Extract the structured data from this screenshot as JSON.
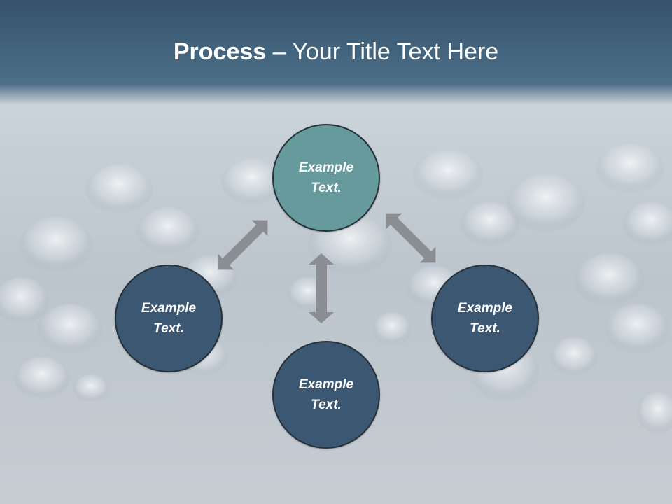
{
  "title": {
    "bold": "Process",
    "rest": " – Your Title Text Here"
  },
  "nodes": {
    "top": "Example Text.",
    "left": "Example Text.",
    "right": "Example Text.",
    "bottom": "Example Text."
  },
  "colors": {
    "header": "#44667f",
    "node_top": "#669a9c",
    "node_dark": "#3b5771",
    "node_border": "#26313a",
    "arrow": "#8a8e92"
  }
}
